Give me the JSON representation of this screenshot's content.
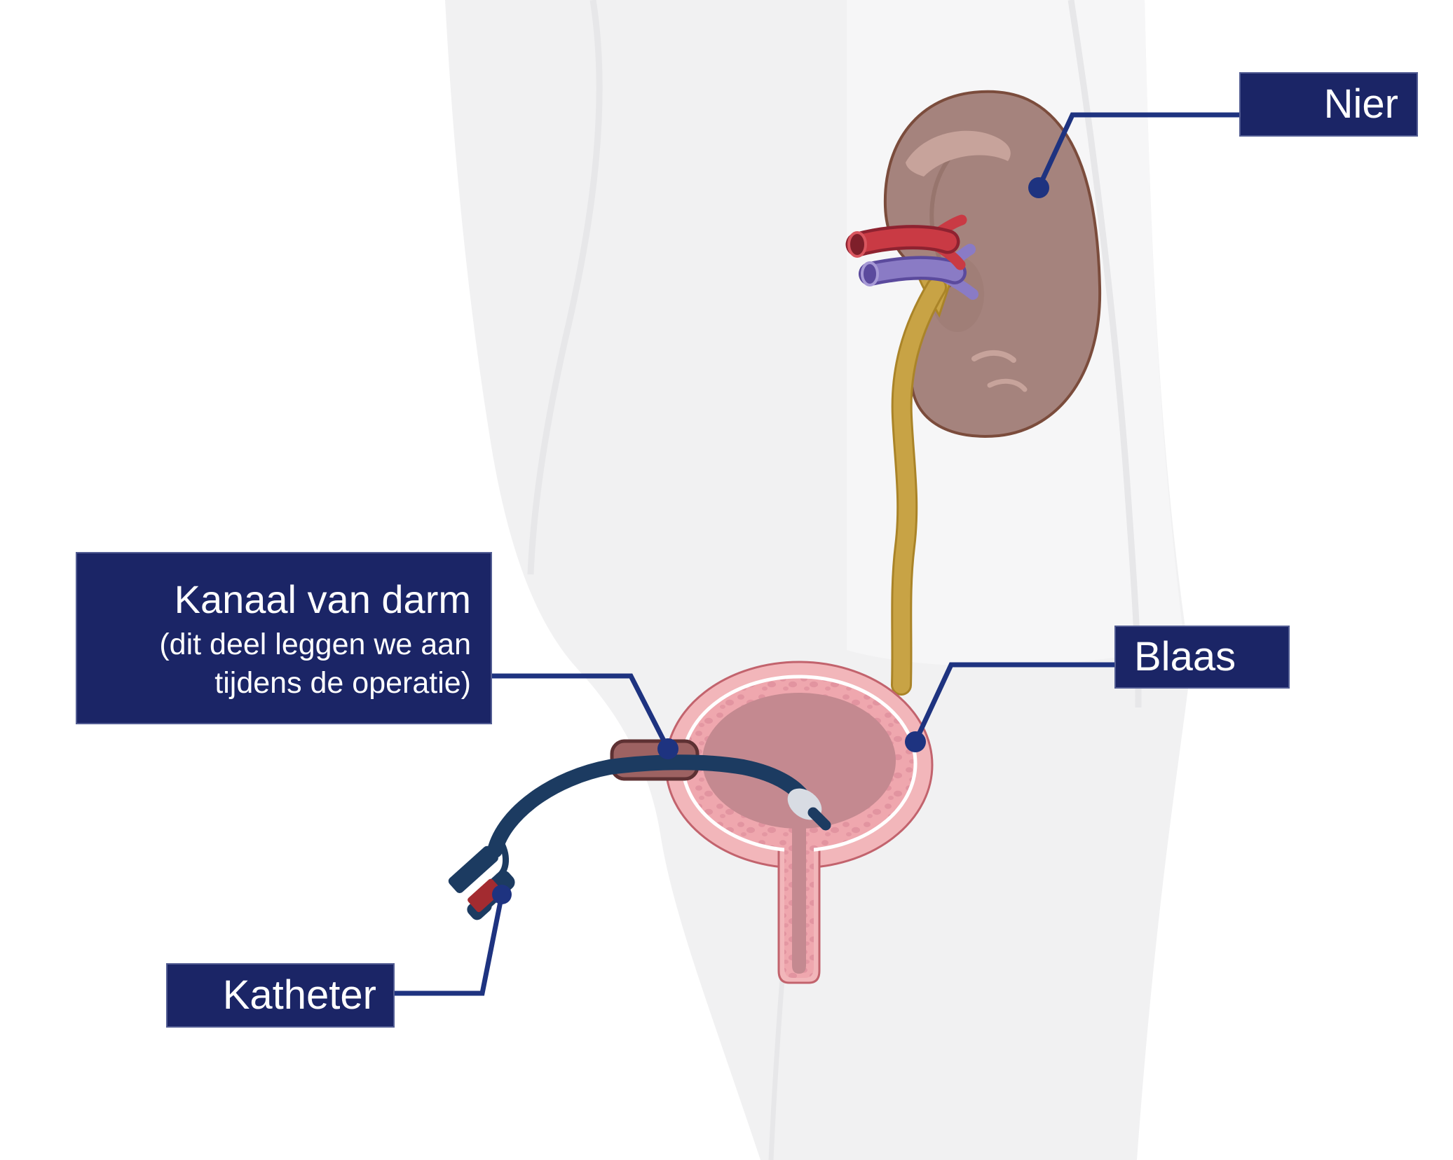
{
  "diagram": {
    "language": "nl",
    "subject": "urinewegen met katheteriseerbaar kanaal (nier, ureter, blaas, kanaal van darm, katheter)"
  },
  "labels": {
    "nier": "Nier",
    "blaas": "Blaas",
    "katheter": "Katheter",
    "kanaal_title": "Kanaal van darm",
    "kanaal_subtitle": "(dit deel leggen we aan tijdens de operatie)"
  },
  "colors": {
    "label_box": "#1b2566",
    "connector_line": "#1e3380",
    "body_silhouette": "#f1f1f2",
    "body_silhouette_light": "#f6f6f7",
    "body_contour": "#e7e7e9",
    "kidney": "#a5837d",
    "kidney_outline": "#7b4c3c",
    "kidney_highlight": "#c7a39b",
    "ureter": "#c8a345",
    "ureter_outline": "#aa8428",
    "renal_artery": "#c93a44",
    "renal_artery_dark": "#8e2230",
    "renal_vein": "#8a7bc5",
    "renal_vein_dark": "#5b4a9d",
    "bladder_outer": "#f2b6ba",
    "bladder_outline": "#c2636d",
    "bladder_wall": "#efa7ae",
    "bladder_wall_speckle": "#e294a0",
    "bladder_cavity": "#c48990",
    "bowel_channel": "#9d6262",
    "bowel_channel_outline": "#5e3133",
    "catheter": "#1c3b61",
    "catheter_clamp": "#a32b30",
    "catheter_balloon": "#d8dce3"
  }
}
